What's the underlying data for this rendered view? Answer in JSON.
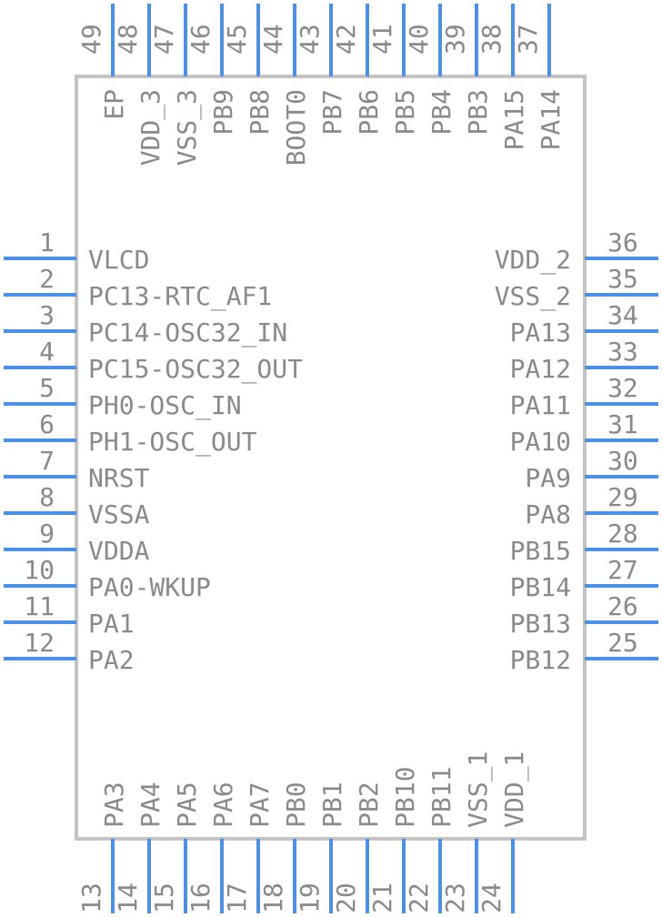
{
  "package": {
    "left": [
      {
        "num": "1",
        "label": "VLCD"
      },
      {
        "num": "2",
        "label": "PC13-RTC_AF1"
      },
      {
        "num": "3",
        "label": "PC14-OSC32_IN"
      },
      {
        "num": "4",
        "label": "PC15-OSC32_OUT"
      },
      {
        "num": "5",
        "label": "PH0-OSC_IN"
      },
      {
        "num": "6",
        "label": "PH1-OSC_OUT"
      },
      {
        "num": "7",
        "label": "NRST"
      },
      {
        "num": "8",
        "label": "VSSA"
      },
      {
        "num": "9",
        "label": "VDDA"
      },
      {
        "num": "10",
        "label": "PA0-WKUP"
      },
      {
        "num": "11",
        "label": "PA1"
      },
      {
        "num": "12",
        "label": "PA2"
      }
    ],
    "bottom": [
      {
        "num": "13",
        "label": "PA3"
      },
      {
        "num": "14",
        "label": "PA4"
      },
      {
        "num": "15",
        "label": "PA5"
      },
      {
        "num": "16",
        "label": "PA6"
      },
      {
        "num": "17",
        "label": "PA7"
      },
      {
        "num": "18",
        "label": "PB0"
      },
      {
        "num": "19",
        "label": "PB1"
      },
      {
        "num": "20",
        "label": "PB2"
      },
      {
        "num": "21",
        "label": "PB10"
      },
      {
        "num": "22",
        "label": "PB11"
      },
      {
        "num": "23",
        "label": "VSS_1"
      },
      {
        "num": "24",
        "label": "VDD_1"
      }
    ],
    "right": [
      {
        "num": "25",
        "label": "PB12"
      },
      {
        "num": "26",
        "label": "PB13"
      },
      {
        "num": "27",
        "label": "PB14"
      },
      {
        "num": "28",
        "label": "PB15"
      },
      {
        "num": "29",
        "label": "PA8"
      },
      {
        "num": "30",
        "label": "PA9"
      },
      {
        "num": "31",
        "label": "PA10"
      },
      {
        "num": "32",
        "label": "PA11"
      },
      {
        "num": "33",
        "label": "PA12"
      },
      {
        "num": "34",
        "label": "PA13"
      },
      {
        "num": "35",
        "label": "VSS_2"
      },
      {
        "num": "36",
        "label": "VDD_2"
      }
    ],
    "top": [
      {
        "num": "37",
        "label": "PA14"
      },
      {
        "num": "38",
        "label": "PA15"
      },
      {
        "num": "39",
        "label": "PB3"
      },
      {
        "num": "40",
        "label": "PB4"
      },
      {
        "num": "41",
        "label": "PB5"
      },
      {
        "num": "42",
        "label": "PB6"
      },
      {
        "num": "43",
        "label": "PB7"
      },
      {
        "num": "44",
        "label": "BOOT0"
      },
      {
        "num": "45",
        "label": "PB8"
      },
      {
        "num": "46",
        "label": "PB9"
      },
      {
        "num": "47",
        "label": "VSS_3"
      },
      {
        "num": "48",
        "label": "VDD_3"
      },
      {
        "num": "49",
        "label": "EP"
      }
    ]
  },
  "colors": {
    "pin": "#4a8fe8",
    "body_outline": "#c4c4c4",
    "text": "#8a8a8a"
  }
}
